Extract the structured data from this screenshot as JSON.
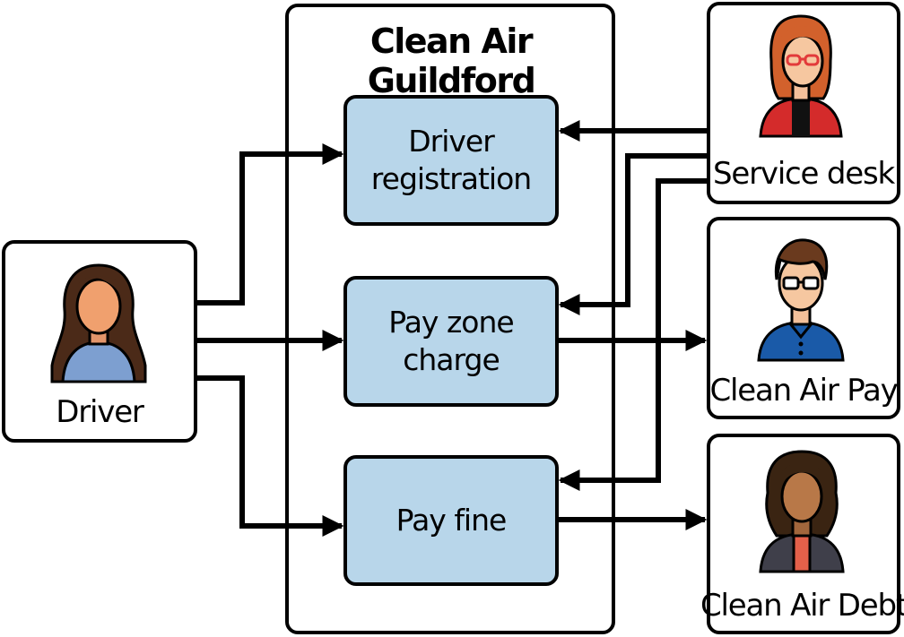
{
  "title": "Clean Air Guildford",
  "processes": {
    "driver_registration": {
      "line1": "Driver",
      "line2": "registration"
    },
    "pay_zone_charge": {
      "line1": "Pay zone",
      "line2": "charge"
    },
    "pay_fine": {
      "line1": "Pay fine"
    }
  },
  "actors": {
    "driver": {
      "label": "Driver",
      "icon": "woman-long-hair-icon"
    },
    "service_desk": {
      "label": "Service desk",
      "icon": "woman-glasses-icon"
    },
    "clean_air_pay": {
      "label": "Clean Air Pay",
      "icon": "man-glasses-icon"
    },
    "clean_air_debt": {
      "label": "Clean Air Debt",
      "icon": "woman-curly-hair-icon"
    }
  },
  "colors": {
    "process_fill": "#b8d6ea",
    "stroke": "#000000"
  }
}
